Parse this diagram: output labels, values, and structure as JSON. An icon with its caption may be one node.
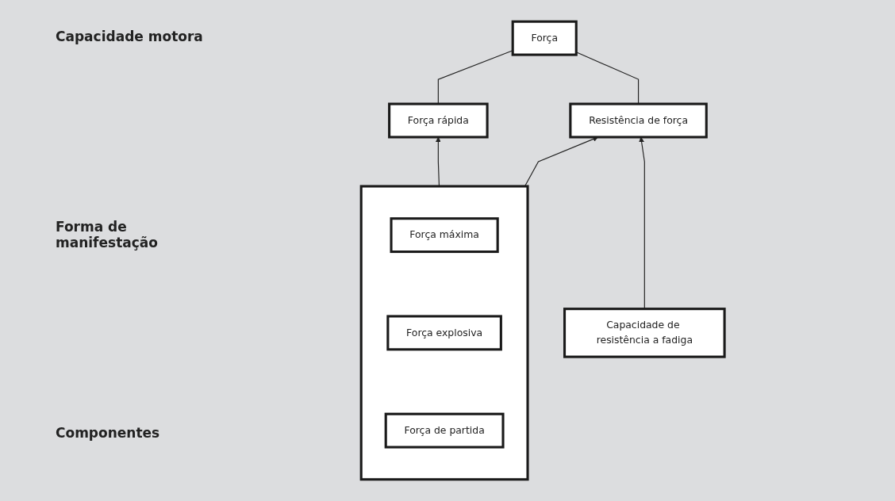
{
  "diagram": {
    "nodes": [
      {
        "text": [
          "Força"
        ]
      },
      {
        "text": [
          "Força rápida"
        ]
      },
      {
        "text": [
          "Resistência de força"
        ]
      },
      {
        "text": [],
        "shape": "box"
      },
      {
        "text": [
          "Força máxima"
        ],
        "in": 3
      },
      {
        "text": [
          "Força explosiva"
        ],
        "in": 3
      },
      {
        "text": [
          "Força de partida"
        ],
        "in": 3
      },
      {
        "text": [
          "Capacidade de resistência a fadiga"
        ]
      }
    ],
    "edges": [
      {
        "from": 1,
        "to": 0,
        "arrow": "none"
      },
      {
        "from": 2,
        "to": 0,
        "arrow": "none"
      },
      {
        "from": 3,
        "to": 1,
        "arrow": "to"
      },
      {
        "from": 3,
        "to": 2,
        "arrow": "to"
      },
      {
        "from": 7,
        "to": 2,
        "arrow": "to"
      }
    ],
    "labels": [
      "Capacidade motora",
      "Forma de manifestação",
      "Componentes"
    ]
  }
}
